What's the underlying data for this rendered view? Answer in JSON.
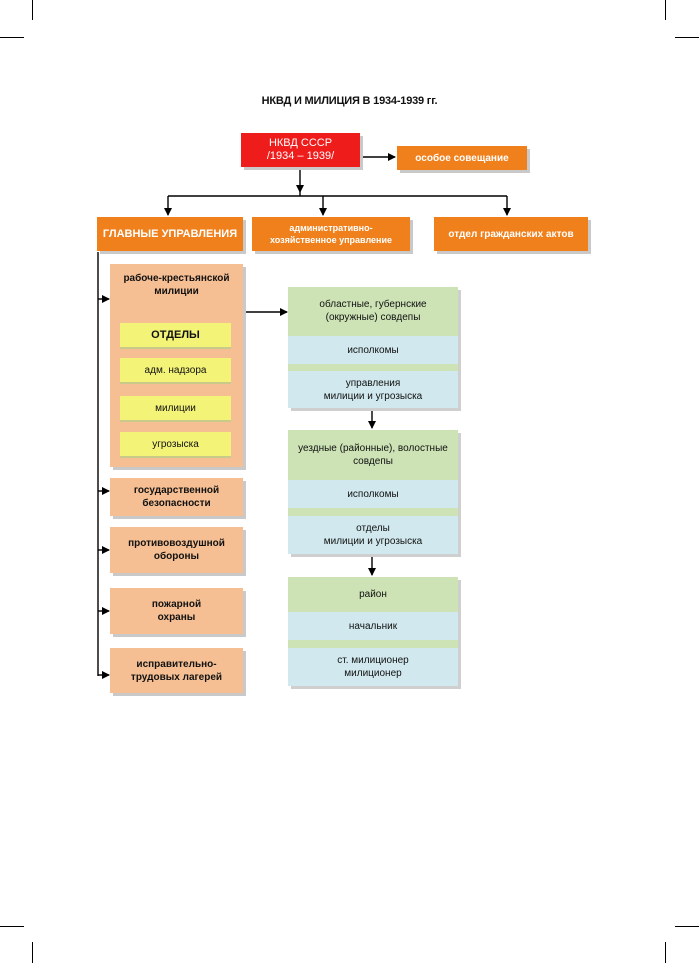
{
  "title": "НКВД И МИЛИЦИЯ В 1934-1939 гг.",
  "colors": {
    "red": "#ef1c1c",
    "orange": "#f0801c",
    "peach": "#f6bf93",
    "yellow": "#f3f378",
    "green": "#cde3b5",
    "cyan": "#d1e9ee"
  },
  "nkvd": {
    "name": "НКВД СССР",
    "years": "/1934 – 1939/"
  },
  "special": "особое совещание",
  "top_units": {
    "main": "ГЛАВНЫЕ УПРАВЛЕНИЯ",
    "admin_line1": "административно-",
    "admin_line2": "хозяйственное управление",
    "civil": "отдел гражданских актов"
  },
  "main_directorates": {
    "rkm_line1": "рабоче-крестьянской",
    "rkm_line2": "милиции",
    "departments": {
      "header": "ОТДЕЛЫ",
      "items": [
        "адм. надзора",
        "милиции",
        "угрозыска"
      ]
    },
    "gb_line1": "государственной",
    "gb_line2": "безопасности",
    "pvo_line1": "противовоздушной",
    "pvo_line2": "обороны",
    "fire_line1": "пожарной",
    "fire_line2": "охраны",
    "itl_line1": "исправительно-",
    "itl_line2": "трудовых лагерей"
  },
  "regional": {
    "oblast": {
      "head_line1": "областные, губернские",
      "head_line2": "(окружные) совдепы",
      "exec": "исполкомы",
      "mgmt_line1": "управления",
      "mgmt_line2": "милиции и угрозыска"
    },
    "uezd": {
      "head_line1": "уездные (районные), волостные",
      "head_line2": "совдепы",
      "exec": "исполкомы",
      "mgmt_line1": "отделы",
      "mgmt_line2": "милиции и угрозыска"
    },
    "raion": {
      "head": "район",
      "chief": "начальник",
      "staff_line1": "ст. милиционер",
      "staff_line2": "милиционер"
    }
  }
}
